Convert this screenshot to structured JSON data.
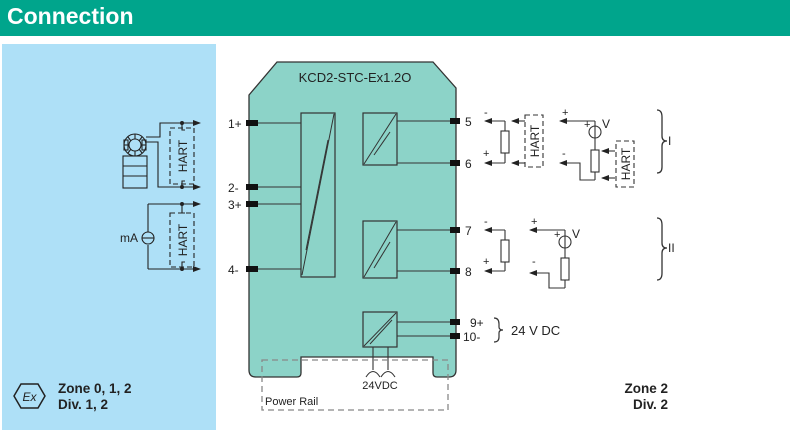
{
  "header": {
    "title": "Connection"
  },
  "device": {
    "model": "KCD2-STC-Ex1.2O"
  },
  "input_terminals": {
    "t1": "1+",
    "t2": "2-",
    "t3": "3+",
    "t4": "4-"
  },
  "output_terminals": {
    "t5": "5",
    "t6": "6",
    "t7": "7",
    "t8": "8",
    "t9": "9+",
    "t10": "10-"
  },
  "field_devices": {
    "hart_label": "HART",
    "current_source_label": "mA"
  },
  "output_channels": {
    "polarity_minus": "-",
    "polarity_plus": "+",
    "voltage_label": "V",
    "group_1": "I",
    "group_2": "II"
  },
  "power": {
    "supply_label": "24 V DC",
    "rail_input_label": "24VDC",
    "power_rail_label": "Power Rail"
  },
  "zones": {
    "hazardous": {
      "line1": "Zone 0, 1, 2",
      "line2": "Div. 1, 2",
      "ex_symbol": "Ex"
    },
    "safe": {
      "line1": "Zone 2",
      "line2": "Div. 2"
    }
  },
  "colors": {
    "header": "#00a58c",
    "hazard_area": "#aee0f7",
    "device_body": "#8cd3c8"
  }
}
